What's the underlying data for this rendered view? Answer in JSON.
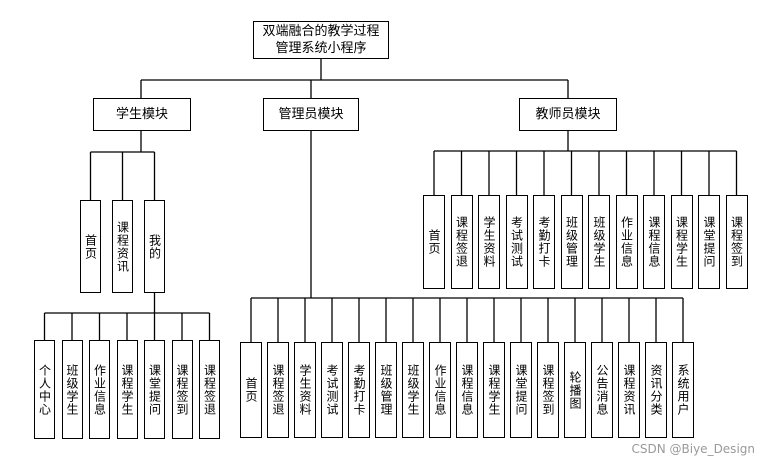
{
  "root": {
    "line1": "双端融合的教学过程",
    "line2": "管理系统小程序"
  },
  "modules": {
    "student": {
      "title": "学生模块",
      "items": [
        "首页",
        "课程资讯",
        "我的"
      ],
      "mine_items": [
        "个人中心",
        "班级学生",
        "作业信息",
        "课程学生",
        "课堂提问",
        "课程签到",
        "课程签退"
      ]
    },
    "admin": {
      "title": "管理员模块",
      "items": [
        "首页",
        "课程签退",
        "学生资料",
        "考试测试",
        "考勤打卡",
        "班级管理",
        "班级学生",
        "作业信息",
        "课程信息",
        "课程学生",
        "课堂提问",
        "课程签到",
        "轮播图",
        "公告消息",
        "课程资讯",
        "资讯分类",
        "系统用户"
      ]
    },
    "teacher": {
      "title": "教师员模块",
      "items": [
        "首页",
        "课程签退",
        "学生资料",
        "考试测试",
        "考勤打卡",
        "班级管理",
        "班级学生",
        "作业信息",
        "课程信息",
        "课程学生",
        "课堂提问",
        "课程签到"
      ]
    }
  },
  "watermark": "CSDN @Biye_Design"
}
